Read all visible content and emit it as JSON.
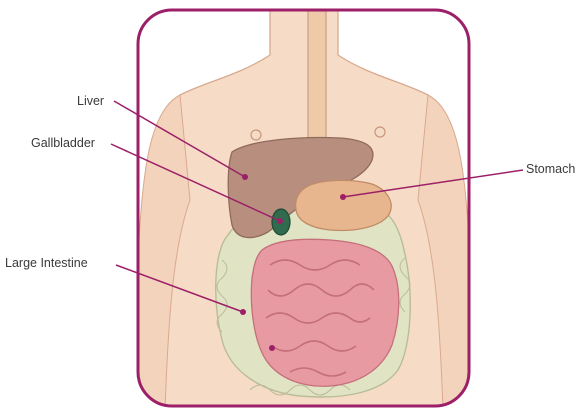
{
  "labels": {
    "liver": "Liver",
    "gallbladder": "Gallbladder",
    "stomach": "Stomach",
    "large_intestine": "Large Intestine"
  },
  "colors": {
    "frame": "#9c1f68",
    "skin": "#f6dcc6",
    "skin_outline": "#d9a98f",
    "liver": "#b88f7f",
    "gallbladder": "#2f6b4c",
    "stomach": "#e7b58e",
    "small_intestine": "#e89aa3",
    "large_intestine": "#e1e4c4",
    "leader_line": "#9c1f68"
  }
}
